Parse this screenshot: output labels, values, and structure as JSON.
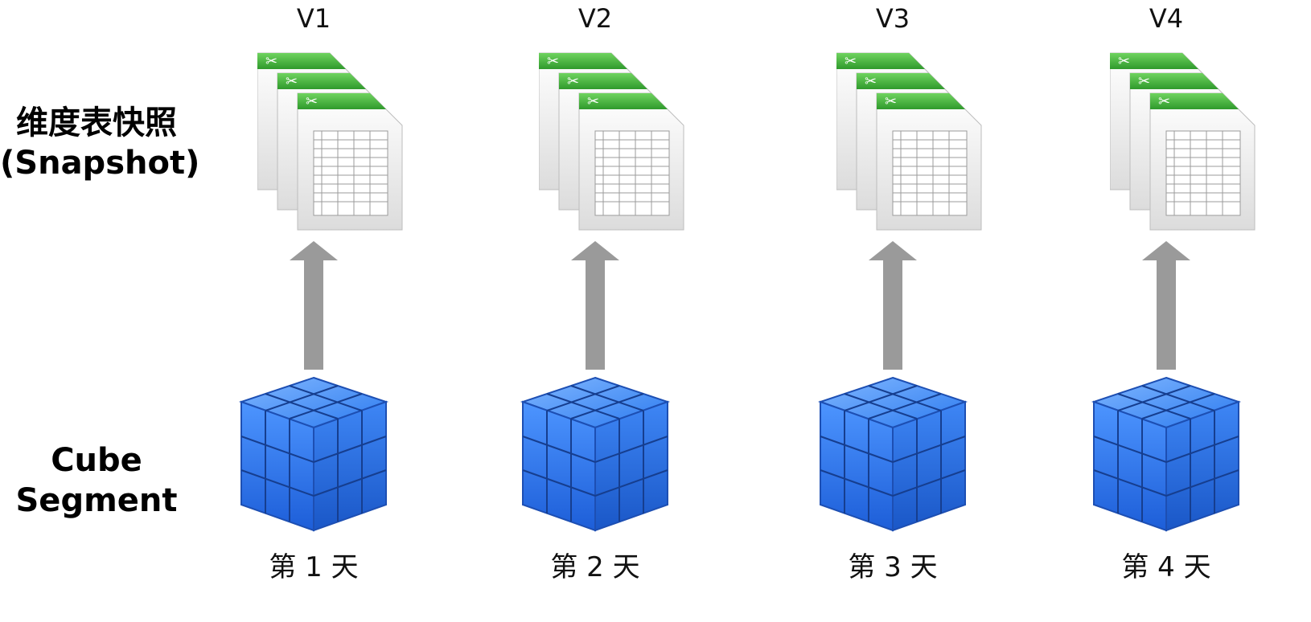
{
  "rows": {
    "snapshot_label": "维度表快照\n(Snapshot)",
    "segment_label": "Cube\nSegment"
  },
  "columns": [
    {
      "version": "V1",
      "day": "第 1 天"
    },
    {
      "version": "V2",
      "day": "第 2 天"
    },
    {
      "version": "V3",
      "day": "第 3 天"
    },
    {
      "version": "V4",
      "day": "第 4 天"
    }
  ],
  "icons": {
    "snapshot": "spreadsheet-stack-icon",
    "segment": "cube-segment-icon",
    "relation": "up-arrow-icon"
  },
  "colors": {
    "sheet_green": "#3aa935",
    "cube_blue": "#2d7bef",
    "arrow_gray": "#9a9a9a"
  }
}
